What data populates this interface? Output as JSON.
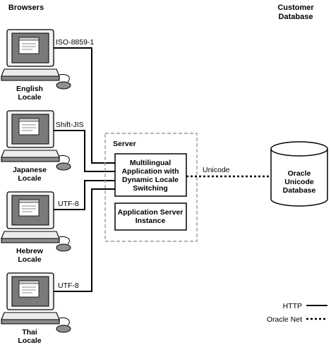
{
  "headers": {
    "browsers": "Browsers",
    "customer_database": [
      "Customer",
      "Database"
    ]
  },
  "clients": [
    {
      "locale": [
        "English",
        "Locale"
      ],
      "encoding": "ISO-8859-1"
    },
    {
      "locale": [
        "Japanese",
        "Locale"
      ],
      "encoding": "Shift-JIS"
    },
    {
      "locale": [
        "Hebrew",
        "Locale"
      ],
      "encoding": "UTF-8"
    },
    {
      "locale": [
        "Thai",
        "Locale"
      ],
      "encoding": "UTF-8"
    }
  ],
  "server": {
    "label": "Server",
    "app_lines": [
      "Multilingual",
      "Application with",
      "Dynamic Locale",
      "Switching"
    ],
    "instance_lines": [
      "Application Server",
      "Instance"
    ]
  },
  "connection_label": "Unicode",
  "database_lines": [
    "Oracle",
    "Unicode",
    "Database"
  ],
  "legend": {
    "http": "HTTP",
    "oracle_net": "Oracle Net"
  }
}
